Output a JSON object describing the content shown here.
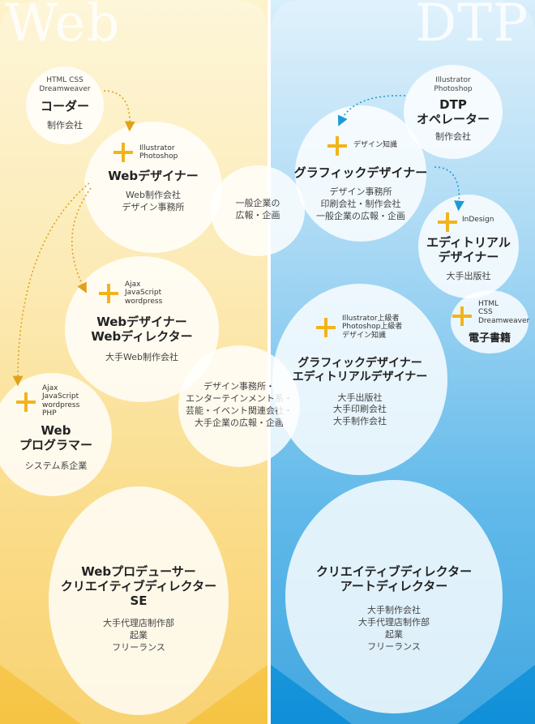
{
  "columns": {
    "web": {
      "title": "Web"
    },
    "dtp": {
      "title": "DTP"
    }
  },
  "colors": {
    "accent_plus": "#f2b41c",
    "web_bg": "#f8cf5e",
    "dtp_bg": "#35a6e4",
    "arrow_web": "#e0a21a",
    "arrow_dtp": "#1e9ad6"
  },
  "nodes": {
    "coder": {
      "skills": [
        "HTML CSS",
        "Dreamweaver"
      ],
      "title": "コーダー",
      "employers": [
        "制作会社"
      ]
    },
    "web_designer": {
      "skills": [
        "Illustrator",
        "Photoshop"
      ],
      "title": "Webデザイナー",
      "employers": [
        "Web制作会社",
        "デザイン事務所"
      ]
    },
    "shared_general": {
      "employers": [
        "一般企業の",
        "広報・企画"
      ]
    },
    "web_designer_director": {
      "skills": [
        "Ajax",
        "JavaScript",
        "wordpress"
      ],
      "title_lines": [
        "Webデザイナー",
        "Webディレクター"
      ],
      "employers": [
        "大手Web制作会社"
      ]
    },
    "web_programmer": {
      "skills": [
        "Ajax",
        "JavaScript",
        "wordpress",
        "PHP"
      ],
      "title_lines": [
        "Web",
        "プログラマー"
      ],
      "employers": [
        "システム系企業"
      ]
    },
    "shared_design": {
      "employers": [
        "デザイン事務所・",
        "エンターテインメント系・",
        "芸能・イベント関連会社・",
        "大手企業の広報・企画"
      ]
    },
    "web_producer": {
      "title_lines": [
        "Webプロデューサー",
        "クリエイティブディレクター",
        "SE"
      ],
      "employers": [
        "大手代理店制作部",
        "起業",
        "フリーランス"
      ]
    },
    "dtp_operator": {
      "skills": [
        "Illustrator",
        "Photoshop"
      ],
      "title_lines": [
        "DTP",
        "オペレーター"
      ],
      "employers": [
        "制作会社"
      ]
    },
    "graphic_designer": {
      "skills": [
        "デザイン知識"
      ],
      "title": "グラフィックデザイナー",
      "employers": [
        "デザイン事務所",
        "印刷会社・制作会社",
        "一般企業の広報・企画"
      ]
    },
    "editorial_designer": {
      "skills": [
        "InDesign"
      ],
      "title_lines": [
        "エディトリアル",
        "デザイナー"
      ],
      "employers": [
        "大手出版社"
      ]
    },
    "ebook": {
      "skills": [
        "HTML",
        "CSS",
        "Dreamweaver"
      ],
      "title": "電子書籍"
    },
    "graphic_editorial": {
      "skills": [
        "Illustrator上級者",
        "Photoshop上級者",
        "デザイン知識"
      ],
      "title_lines": [
        "グラフィックデザイナー",
        "エディトリアルデザイナー"
      ],
      "employers": [
        "大手出版社",
        "大手印刷会社",
        "大手制作会社"
      ]
    },
    "creative_director": {
      "title_lines": [
        "クリエイティブディレクター",
        "アートディレクター"
      ],
      "employers": [
        "大手制作会社",
        "大手代理店制作部",
        "起業",
        "フリーランス"
      ]
    }
  }
}
